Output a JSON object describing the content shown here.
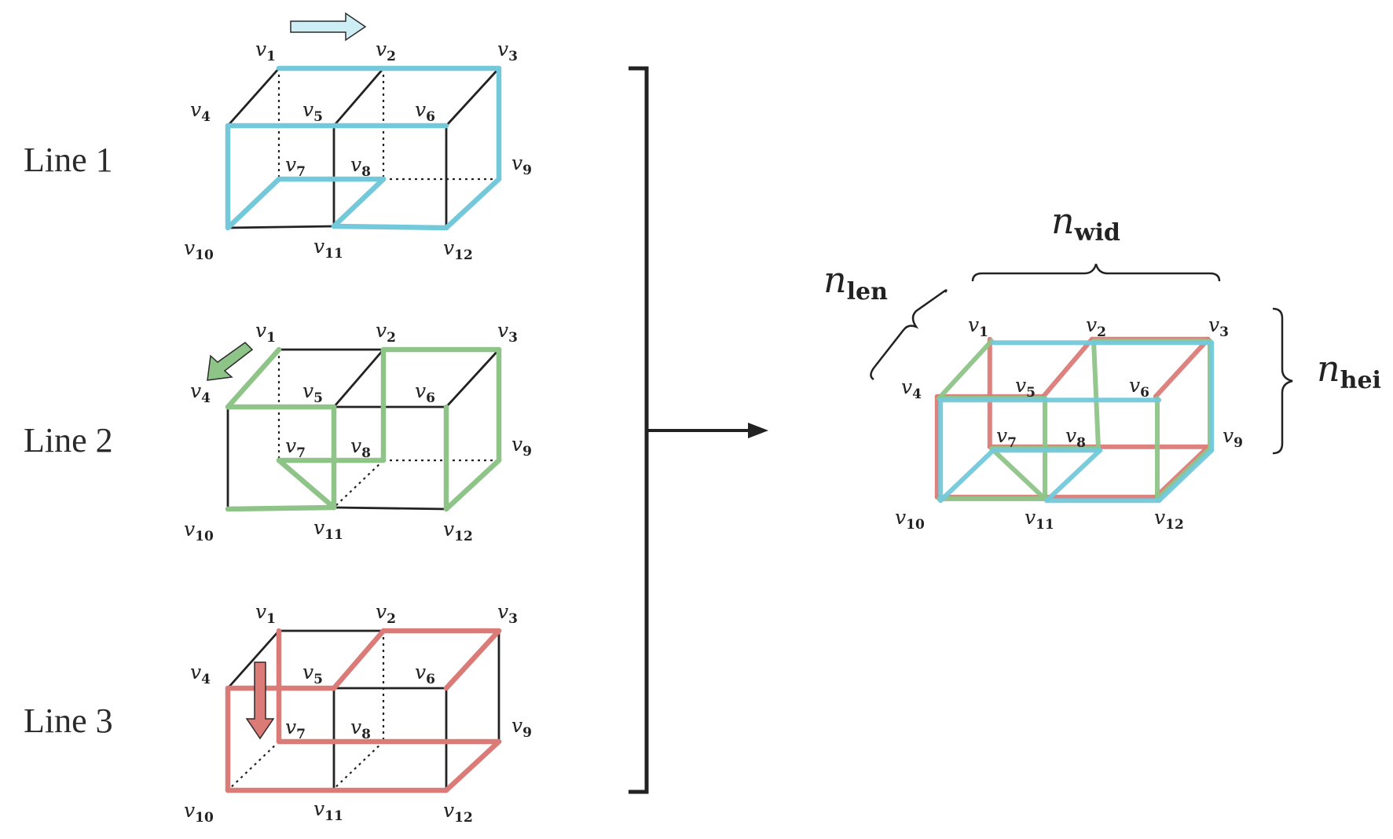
{
  "colors": {
    "line1": "#73c9da",
    "line2": "#8ec487",
    "line3": "#db7b78",
    "black": "#222222"
  },
  "vertices": [
    "v1",
    "v2",
    "v3",
    "v4",
    "v5",
    "v6",
    "v7",
    "v8",
    "v9",
    "v10",
    "v11",
    "v12"
  ],
  "vertex_labels": [
    {
      "v": "v",
      "sub": "1"
    },
    {
      "v": "v",
      "sub": "2"
    },
    {
      "v": "v",
      "sub": "3"
    },
    {
      "v": "v",
      "sub": "4"
    },
    {
      "v": "v",
      "sub": "5"
    },
    {
      "v": "v",
      "sub": "6"
    },
    {
      "v": "v",
      "sub": "7"
    },
    {
      "v": "v",
      "sub": "8"
    },
    {
      "v": "v",
      "sub": "9"
    },
    {
      "v": "v",
      "sub": "10"
    },
    {
      "v": "v",
      "sub": "11"
    },
    {
      "v": "v",
      "sub": "12"
    }
  ],
  "panels": [
    {
      "label": "Line 1",
      "color_key": "line1",
      "arrow": "right",
      "colored_edges": [
        [
          "v1",
          "v2"
        ],
        [
          "v2",
          "v3"
        ],
        [
          "v3",
          "v9"
        ],
        [
          "v9",
          "v12"
        ],
        [
          "v12",
          "v11"
        ],
        [
          "v11",
          "v8"
        ],
        [
          "v8",
          "v7"
        ],
        [
          "v7",
          "v10"
        ],
        [
          "v10",
          "v4"
        ],
        [
          "v4",
          "v5"
        ],
        [
          "v5",
          "v6"
        ]
      ],
      "black_edges": [
        [
          "v1",
          "v4"
        ],
        [
          "v2",
          "v5"
        ],
        [
          "v3",
          "v6"
        ],
        [
          "v5",
          "v11"
        ],
        [
          "v6",
          "v12"
        ],
        [
          "v10",
          "v11"
        ]
      ],
      "dotted_edges": [
        [
          "v1",
          "v7"
        ],
        [
          "v2",
          "v8"
        ],
        [
          "v8",
          "v9"
        ]
      ]
    },
    {
      "label": "Line 2",
      "color_key": "line2",
      "arrow": "down-left",
      "colored_edges": [
        [
          "v1",
          "v4"
        ],
        [
          "v4",
          "v5"
        ],
        [
          "v5",
          "v11"
        ],
        [
          "v11",
          "v7"
        ],
        [
          "v7",
          "v8"
        ],
        [
          "v8",
          "v2"
        ],
        [
          "v2",
          "v3"
        ],
        [
          "v3",
          "v9"
        ],
        [
          "v9",
          "v12"
        ],
        [
          "v12",
          "v6"
        ],
        [
          "v11",
          "v10"
        ]
      ],
      "black_edges": [
        [
          "v1",
          "v2"
        ],
        [
          "v2",
          "v5"
        ],
        [
          "v3",
          "v6"
        ],
        [
          "v5",
          "v6"
        ],
        [
          "v4",
          "v10"
        ],
        [
          "v11",
          "v12"
        ]
      ],
      "dotted_edges": [
        [
          "v1",
          "v7"
        ],
        [
          "v8",
          "v11"
        ],
        [
          "v8",
          "v9"
        ]
      ]
    },
    {
      "label": "Line 3",
      "color_key": "line3",
      "arrow": "down",
      "colored_edges": [
        [
          "v1",
          "v7"
        ],
        [
          "v7",
          "v9"
        ],
        [
          "v9",
          "v12"
        ],
        [
          "v12",
          "v10"
        ],
        [
          "v10",
          "v4"
        ],
        [
          "v4",
          "v5"
        ],
        [
          "v5",
          "v2"
        ],
        [
          "v2",
          "v3"
        ],
        [
          "v3",
          "v6"
        ]
      ],
      "black_edges": [
        [
          "v1",
          "v4"
        ],
        [
          "v1",
          "v2"
        ],
        [
          "v3",
          "v9"
        ],
        [
          "v5",
          "v6"
        ],
        [
          "v5",
          "v11"
        ],
        [
          "v6",
          "v12"
        ]
      ],
      "dotted_edges": [
        [
          "v7",
          "v10"
        ],
        [
          "v2",
          "v8"
        ],
        [
          "v8",
          "v11"
        ]
      ]
    }
  ],
  "combined": {
    "dimension_labels": [
      {
        "n": "n",
        "sub": "len"
      },
      {
        "n": "n",
        "sub": "wid"
      },
      {
        "n": "n",
        "sub": "hei"
      }
    ]
  }
}
